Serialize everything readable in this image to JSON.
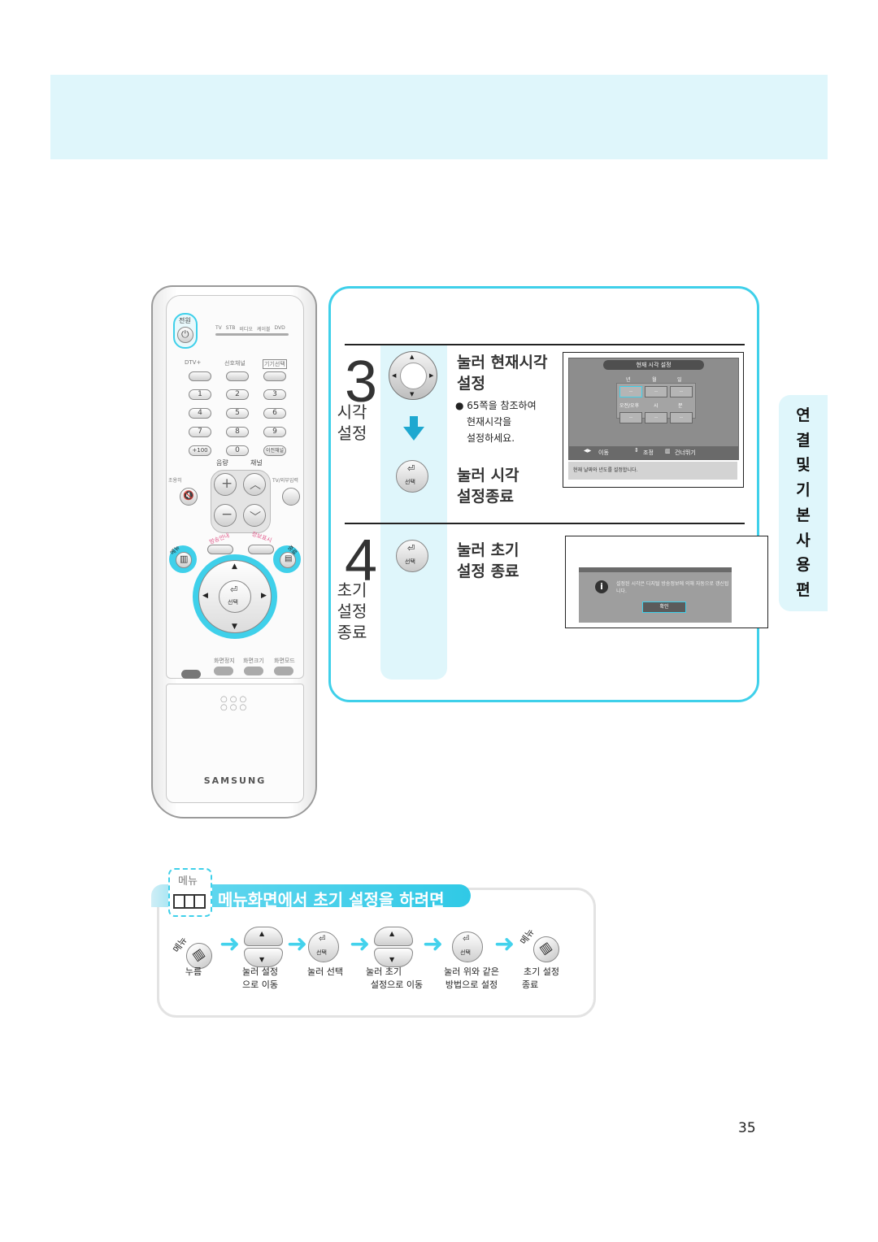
{
  "side_tab": [
    "연",
    "결",
    "및",
    "기",
    "본",
    "사",
    "용",
    "편"
  ],
  "remote": {
    "power_label": "전원",
    "mode_labels": [
      "TV",
      "STB",
      "비디오",
      "케이블",
      "DVD"
    ],
    "top_labels": [
      "DTV+",
      "선호채널",
      "기기선택"
    ],
    "numbers": [
      "1",
      "2",
      "3",
      "4",
      "5",
      "6",
      "7",
      "8",
      "9"
    ],
    "plus100": "+100",
    "zero": "0",
    "prev_channel": "이전채널",
    "volume": "음량",
    "channel": "채널",
    "mute": "조용히",
    "tv_input": "TV/외부입력",
    "guide": "방송안내",
    "info": "정보표시",
    "menu": "메뉴",
    "exit": "종료",
    "select": "선택",
    "bottom_labels": [
      "화면정지",
      "화면크기",
      "화면모드"
    ],
    "brand": "SAMSUNG"
  },
  "step3": {
    "number": "3",
    "title_lines": [
      "시각",
      "설정"
    ],
    "desc1": "눌러 현재시각 설정",
    "note_lines": [
      "● 65쪽을 참조하여",
      "현재시각을",
      "설정하세요."
    ],
    "desc2": "눌러 시각 설정종료",
    "select_label": "선택"
  },
  "osd1": {
    "title": "현재 시각 설정",
    "row1_labels": [
      "년",
      "월",
      "일"
    ],
    "row2_labels": [
      "오전/오후",
      "시",
      "분"
    ],
    "cell": "--",
    "nav": [
      "이동",
      "조정",
      "건너뛰기"
    ],
    "help": "현재 날짜와 년도를 설정합니다."
  },
  "step4": {
    "number": "4",
    "title_lines": [
      "초기",
      "설정",
      "종료"
    ],
    "desc": "눌러 초기 설정 종료",
    "select_label": "선택"
  },
  "osd2": {
    "message": "설정된 시각은 디지털 방송정보에 의해 자동으로 갱신됩니다.",
    "ok": "확인"
  },
  "menu_section": {
    "badge": "메뉴",
    "title": "메뉴화면에서 초기 설정을 하려면",
    "select_label": "선택",
    "menu_label": "메뉴",
    "steps": [
      [
        "누름"
      ],
      [
        "눌러 설정",
        "으로 이동"
      ],
      [
        "눌러 선택"
      ],
      [
        "눌러 초기",
        "설정으로 이동"
      ],
      [
        "눌러 위와 같은",
        "방법으로 설정"
      ],
      [
        "초기 설정",
        "종료"
      ]
    ]
  },
  "page_number": "35"
}
